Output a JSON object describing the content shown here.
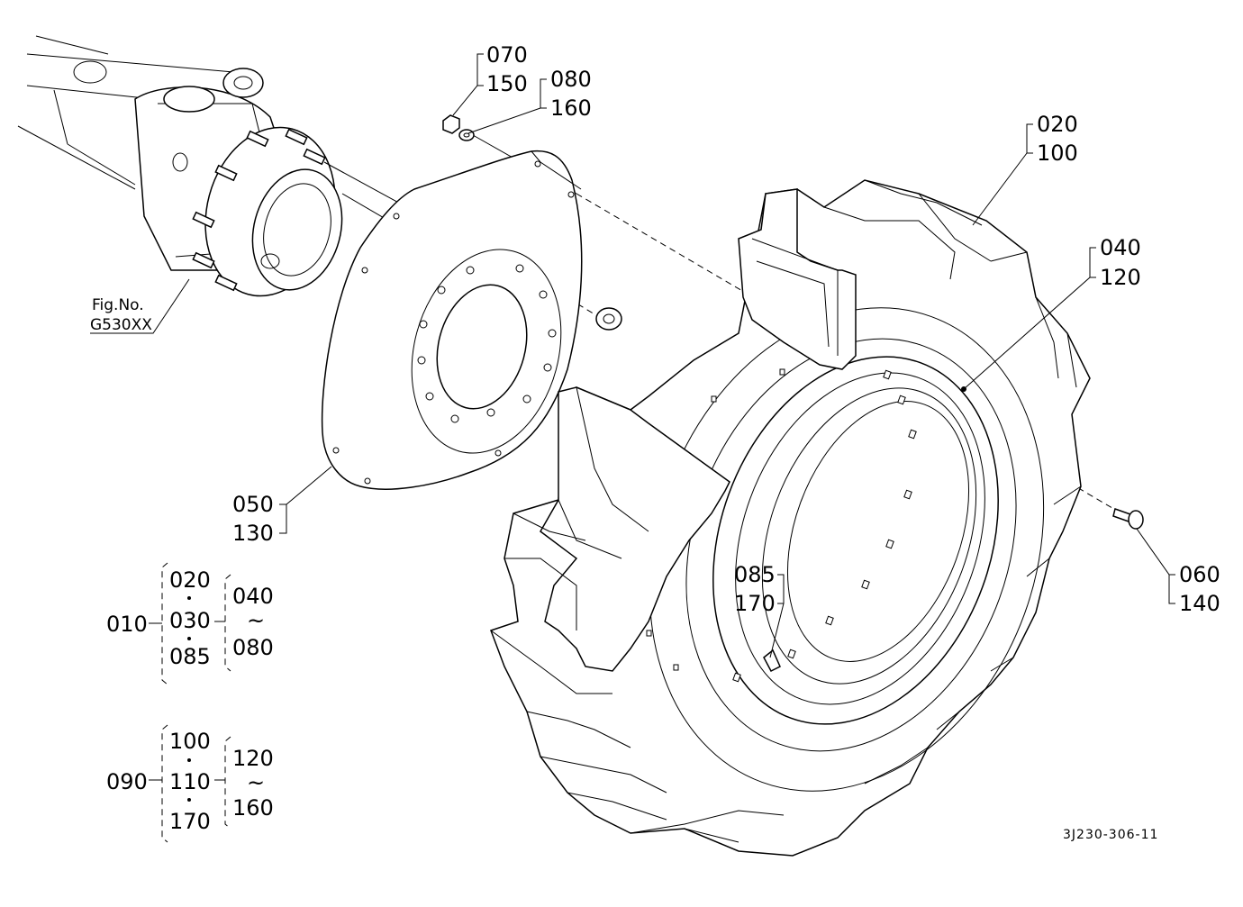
{
  "callouts": {
    "c070": "070",
    "c150": "150",
    "c080": "080",
    "c160": "160",
    "c020": "020",
    "c100": "100",
    "c040": "040",
    "c120": "120",
    "c050": "050",
    "c130": "130",
    "c060": "060",
    "c140": "140",
    "c085": "085",
    "c170": "170"
  },
  "fig_ref": {
    "line1": "Fig.No.",
    "line2": "G530XX"
  },
  "set_010": {
    "id": "010",
    "items": [
      "020",
      "030",
      "085"
    ],
    "range_from": "040",
    "range_sep": "~",
    "range_to": "080"
  },
  "set_090": {
    "id": "090",
    "items": [
      "100",
      "110",
      "170"
    ],
    "range_from": "120",
    "range_sep": "~",
    "range_to": "160"
  },
  "drawing_number": "3J230-306-11"
}
